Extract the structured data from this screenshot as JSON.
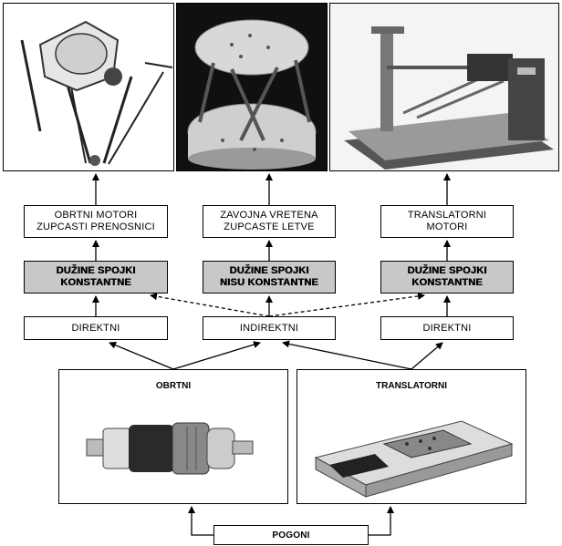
{
  "photos": {
    "left": {
      "name": "delta-robot-photo"
    },
    "middle": {
      "name": "hexapod-platform-photo"
    },
    "right": {
      "name": "translational-robot-photo"
    }
  },
  "row_transmission": {
    "left": [
      "OBRTNI MOTORI",
      "ZUPCASTI  PRENOSNICI"
    ],
    "middle": [
      "ZAVOJNA VRETENA",
      "ZUPCASTE LETVE"
    ],
    "right": [
      "TRANSLATORNI",
      "MOTORI"
    ]
  },
  "row_length": {
    "left": [
      "DUŽINE SPOJKI",
      "KONSTANTNE"
    ],
    "middle": [
      "DUŽINE SPOJKI",
      "NISU KONSTANTNE"
    ],
    "right": [
      "DUŽINE SPOJKI",
      "KONSTANTNE"
    ]
  },
  "row_drive_type": {
    "left": "DIREKTNI",
    "middle": "INDIREKTNI",
    "right": "DIREKTNI"
  },
  "drives": {
    "rotary": "OBRTNI",
    "translational": "TRANSLATORNI"
  },
  "root": "POGONI"
}
